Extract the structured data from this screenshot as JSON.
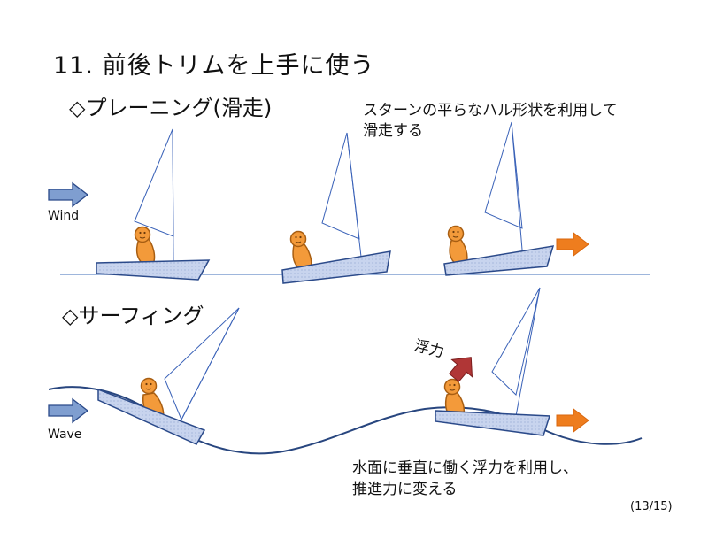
{
  "title": "11. 前後トリムを上手に使う",
  "sections": {
    "planing": {
      "heading": "◇プレーニング(滑走)",
      "note_line1": "スターンの平らなハル形状を利用して",
      "note_line2": "滑走する",
      "wind_label": "Wind"
    },
    "surfing": {
      "heading": "◇サーフィング",
      "buoyancy_label": "浮力",
      "note_line1": "水面に垂直に働く浮力を利用し、",
      "note_line2": "推進力に変える",
      "wave_label": "Wave"
    }
  },
  "page_number": "(13/15)",
  "colors": {
    "hull_fill": "#c8d4ee",
    "hull_stroke": "#2b4a8a",
    "sail_stroke": "#3a62b8",
    "sailor_fill": "#f39a3a",
    "sailor_stroke": "#a85e12",
    "arrow_blue": "#5b7fbf",
    "arrow_orange": "#ee7d1e",
    "arrow_red": "#b03636",
    "water_line": "#7f9ed0",
    "wave_line": "#28467f"
  },
  "icons": [
    "wind-arrow-icon",
    "wave-arrow-icon",
    "speed-arrow-icon",
    "buoyancy-arrow-icon"
  ]
}
